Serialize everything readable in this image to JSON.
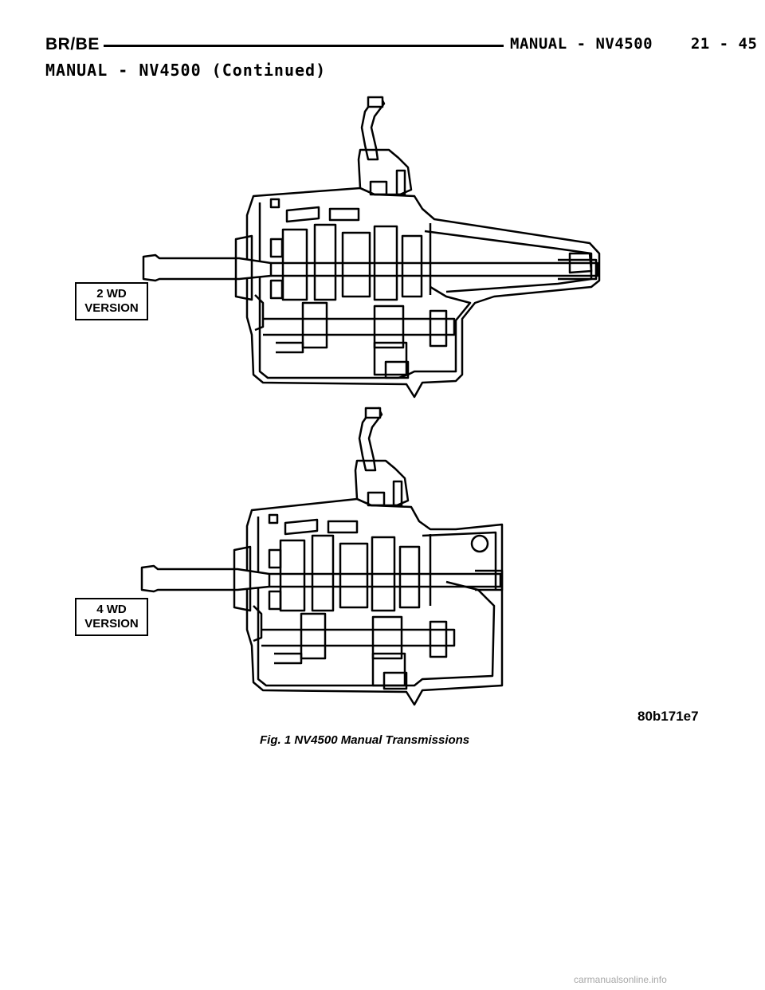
{
  "header": {
    "left": "BR/BE",
    "right": "MANUAL - NV4500    21 - 45"
  },
  "section_title": "MANUAL - NV4500 (Continued)",
  "figure": {
    "labels": [
      {
        "line1": "2 WD",
        "line2": "VERSION"
      },
      {
        "line1": "4 WD",
        "line2": "VERSION"
      }
    ],
    "code": "80b171e7",
    "caption": "Fig. 1 NV4500 Manual Transmissions"
  },
  "footer": "carmanualsonline.info"
}
